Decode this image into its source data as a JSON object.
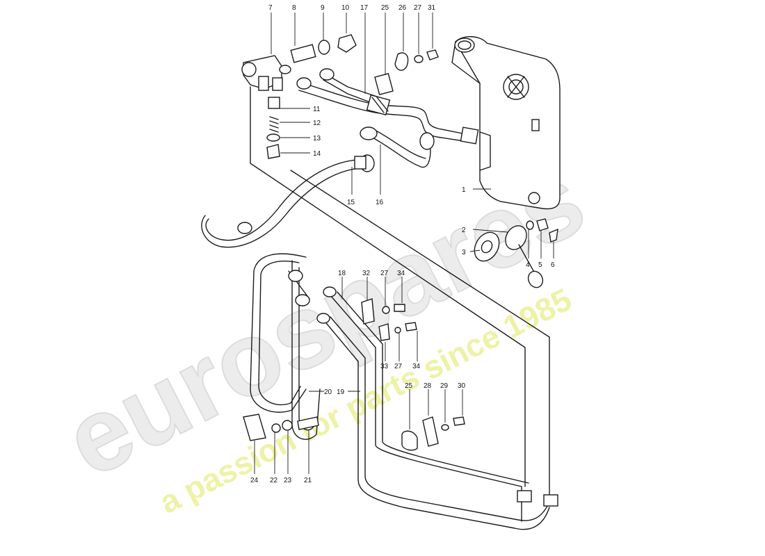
{
  "watermark": {
    "brand": "eurospares",
    "tagline": "a passion for parts since 1985",
    "brand_color": "#e9e9e9",
    "tagline_color": "#eef2a6"
  },
  "callouts": [
    "1",
    "2",
    "3",
    "4",
    "5",
    "6",
    "7",
    "8",
    "9",
    "10",
    "11",
    "12",
    "13",
    "14",
    "15",
    "16",
    "17",
    "18",
    "19",
    "20",
    "21",
    "22",
    "23",
    "24",
    "25",
    "26",
    "27",
    "28",
    "29",
    "30",
    "31",
    "32",
    "33",
    "34"
  ],
  "callout_extra": [
    "25",
    "27",
    "27",
    "34"
  ]
}
